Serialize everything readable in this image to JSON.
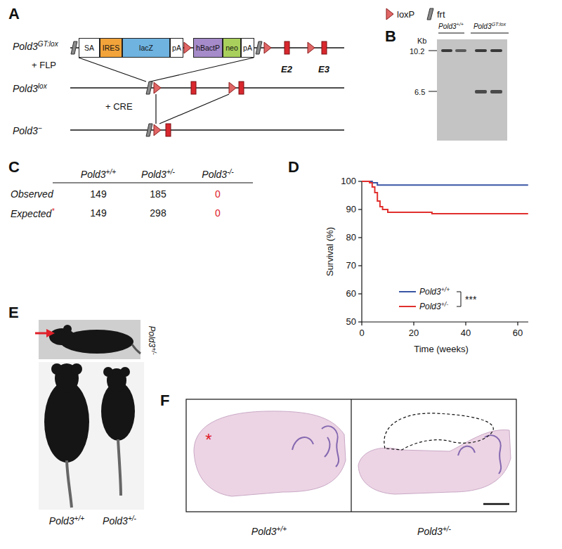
{
  "diagram": {
    "nodes": [
      {
        "text": [
          "SA"
        ]
      },
      {
        "text": [
          "IRES"
        ]
      },
      {
        "text": [
          "lacZ"
        ]
      },
      {
        "text": [
          "pA"
        ]
      },
      {
        "text": [
          "hBactP"
        ]
      },
      {
        "text": [
          "neo"
        ]
      },
      {
        "text": [
          "pA"
        ]
      }
    ],
    "labels": [
      "A",
      "Pold3",
      "GT:lox",
      "E2",
      "E3",
      "+ FLP",
      "Pold3",
      "lox",
      "+ CRE",
      "Pold3",
      "−",
      "B",
      "Kb",
      "10.2",
      "6.5",
      "Pold3",
      "+/+",
      "Pold3",
      "GT:lox",
      "C",
      "Pold3",
      "+/+",
      "Pold3",
      "+/-",
      "Pold3",
      "-/-",
      "Observed",
      "149",
      "185",
      "0",
      "Expected",
      "*",
      "149",
      "298",
      "0",
      "D",
      "Survival (%)",
      "100",
      "90",
      "80",
      "70",
      "60",
      "50",
      "0",
      "20",
      "40",
      "60",
      "Time (weeks)",
      "Pold3",
      "+/+",
      "Pold3",
      "+/-",
      "***",
      "E",
      "Pold3",
      "+/-",
      "Pold3",
      "+/+",
      "Pold3",
      "+/-",
      "F",
      "*",
      "Pold3",
      "+/+",
      "Pold3",
      "+/-"
    ],
    "legend": [
      {
        "text": "loxP"
      },
      {
        "text": "frt"
      }
    ]
  }
}
